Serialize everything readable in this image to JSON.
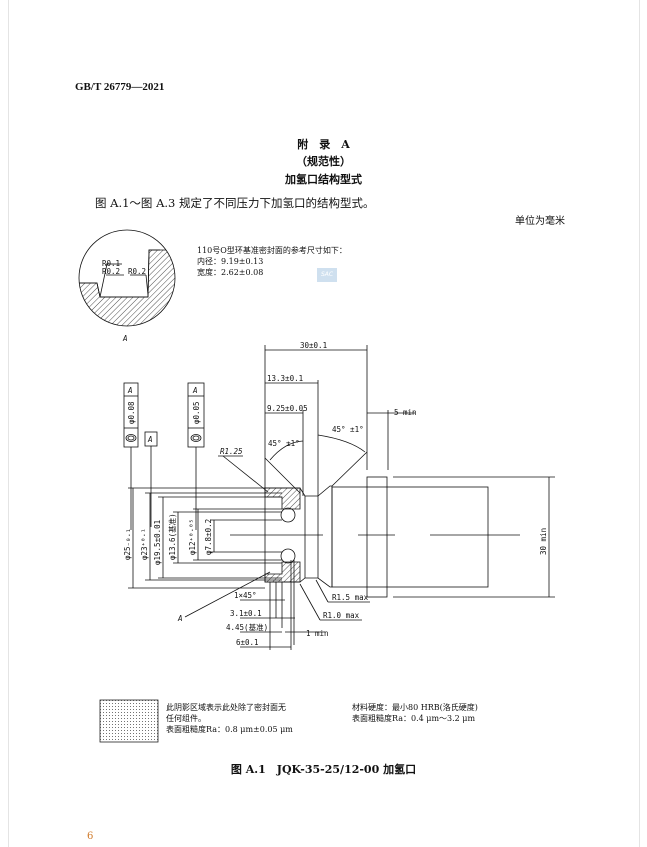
{
  "header": {
    "standard_no": "GB/T 26779—2021"
  },
  "appendix": {
    "title": "附　录　A",
    "type": "（规范性）",
    "subtitle": "加氢口结构型式"
  },
  "intro": "图 A.1～图 A.3 规定了不同压力下加氢口的结构型式。",
  "unit": "单位为毫米",
  "detail": {
    "r1": "R0.1",
    "r2": "R0.2",
    "r3": "R0.2",
    "label": "A",
    "watermark": "SAC"
  },
  "oring_note": {
    "line1": "110号O型环基准密封面的参考尺寸如下：",
    "line2": "内径：9.19±0.13",
    "line3": "宽度：2.62±0.08"
  },
  "drawing": {
    "tol1": {
      "datum": "A",
      "value": "φ0.08"
    },
    "tol2": {
      "datum": "A",
      "value": "φ0.05"
    },
    "datum_box": "A",
    "dim_30": "30±0.1",
    "dim_13_3": "13.3±0.1",
    "dim_9_25": "9.25±0.05",
    "dim_5min": "5 min",
    "angle_left": "45° ±1°",
    "angle_right": "45° ±1°",
    "r125": "R1.25",
    "d25": "φ25₋₀.₁",
    "d23": "φ23⁺⁰·¹",
    "d19_5": "φ19.5±0.01",
    "d13_6": "φ13.6(基准)",
    "d12": "φ12⁺⁰·⁰⁵",
    "d7_8": "φ7.8±0.2",
    "chamfer": "1×45°",
    "dim_3_1": "3.1±0.1",
    "dim_4_45": "4.45(基准)",
    "dim_6": "6±0.1",
    "dim_1min": "1 min",
    "r15": "R1.5 max",
    "r10": "R1.0 max",
    "dim_30min": "30 min",
    "label_a": "A"
  },
  "legend": {
    "line1": "此阴影区域表示此处除了密封面无",
    "line2": "任何组件。",
    "line3": "表面粗糙度Ra：0.8 μm±0.05 μm"
  },
  "material": {
    "line1": "材料硬度：最小80 HRB(洛氏硬度)",
    "line2": "表面粗糙度Ra：0.4 μm～3.2 μm"
  },
  "caption": "图 A.1　JQK-35-25/12-00 加氢口",
  "page_number": "6"
}
